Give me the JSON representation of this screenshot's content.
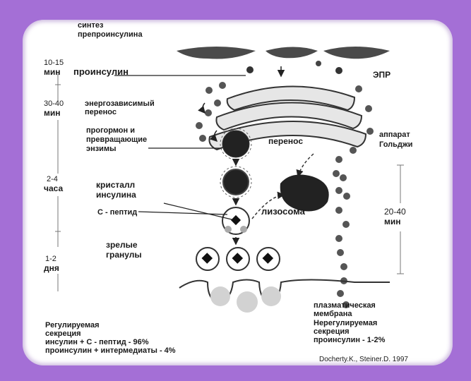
{
  "labels": {
    "synthesis_line1": "синтез",
    "synthesis_line2": "препроинсулина",
    "time1": "10-15",
    "time1_unit": "мин",
    "proinsulin": "проинсулин",
    "epr": "ЭПР",
    "time2": "30-40",
    "time2_unit": "мин",
    "energy_line1": "энергозависимый",
    "energy_line2": "перенос",
    "prohormone_line1": "прогормон и",
    "prohormone_line2": "превращающие",
    "prohormone_line3": "энзимы",
    "transfer": "перенос",
    "golgi_line1": "аппарат",
    "golgi_line2": "Гольджи",
    "time3": "2-4",
    "time3_unit": "часа",
    "crystal_line1": "кристалл",
    "crystal_line2": "инсулина",
    "cpeptide": "С - пептид",
    "lysosome": "лизосома",
    "time4": "20-40",
    "time4_unit": "мин",
    "mature_line1": "зрелые",
    "mature_line2": "гранулы",
    "time5": "1-2",
    "time5_unit": "дня",
    "membrane_line1": "плазматическая",
    "membrane_line2": "мембрана",
    "regulated_line1": "Регулируемая",
    "regulated_line2": "секреция",
    "regulated_line3": "инсулин + С - пептид - 96%",
    "regulated_line4": "проинсулин + интермедиаты - 4%",
    "unregulated_line1": "Нерегулируемая",
    "unregulated_line2": "секреция",
    "unregulated_line3": "проинсулин - 1-2%",
    "citation": "Docherty.K., Steiner.D. 1997"
  }
}
